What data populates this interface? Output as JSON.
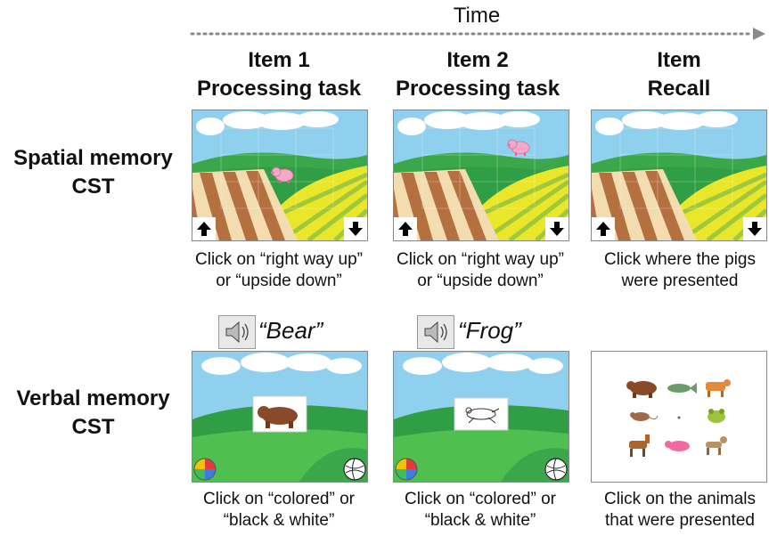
{
  "time_label": "Time",
  "columns": {
    "item1": {
      "line1": "Item 1",
      "line2": "Processing task"
    },
    "item2": {
      "line1": "Item 2",
      "line2": "Processing task"
    },
    "recall": {
      "line1": "Item",
      "line2": "Recall"
    }
  },
  "rows": {
    "spatial": {
      "line1": "Spatial memory",
      "line2": "CST"
    },
    "verbal": {
      "line1": "Verbal memory",
      "line2": "CST"
    }
  },
  "spatial_captions": {
    "item1": {
      "line1": "Click on “right way up”",
      "line2": "or “upside down”"
    },
    "item2": {
      "line1": "Click on “right way up”",
      "line2": "or “upside down”"
    },
    "recall": {
      "line1": "Click where the pigs",
      "line2": "were presented"
    }
  },
  "verbal_words": {
    "item1": "“Bear”",
    "item2": "“Frog”"
  },
  "verbal_captions": {
    "item1": {
      "line1": "Click on “colored” or",
      "line2": "“black & white”"
    },
    "item2": {
      "line1": "Click on “colored” or",
      "line2": "“black & white”"
    },
    "recall": {
      "line1": "Click on the animals",
      "line2": "that were presented"
    }
  },
  "icons": {
    "arrow_up": "arrow-up-icon",
    "arrow_down": "arrow-down-icon",
    "speaker": "speaker-icon",
    "colored_ball": "colored-ball-icon",
    "bw_ball": "black-white-ball-icon",
    "pig": "pig-icon",
    "bear": "bear-icon",
    "frog": "frog-icon"
  },
  "colors": {
    "sky": "#8fd0ee",
    "grass_dark": "#2f9e44",
    "grass_light": "#4fbf4f",
    "yellow_field": "#f0e62a",
    "stripe_brown": "#b5703f",
    "stripe_cream": "#f3dcb0",
    "pig": "#f6a8c8",
    "bear": "#8a4a2a"
  },
  "recall_animals": [
    "bear",
    "fish",
    "cow",
    "mouse",
    "insect",
    "frog",
    "horse",
    "pig",
    "dog"
  ]
}
